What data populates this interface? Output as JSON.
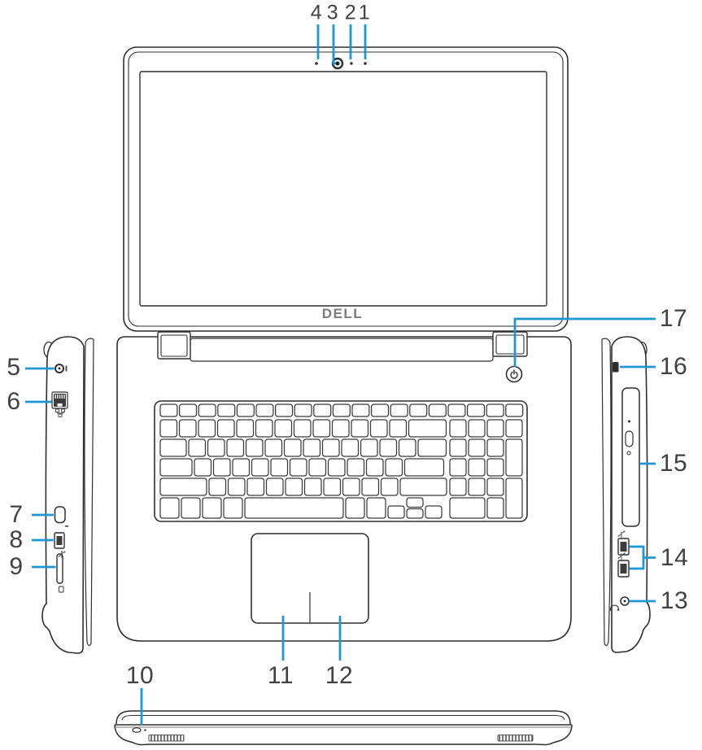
{
  "figure": {
    "description": "Laptop features diagram with four views: top, left side, right side and front",
    "brand_logo": "DELL",
    "accent_color": "#1e96d2",
    "ink_color": "#2f2f2f"
  },
  "callouts": {
    "top": [
      "4",
      "3",
      "2",
      "1"
    ],
    "left": [
      "5",
      "6",
      "7",
      "8",
      "9"
    ],
    "bottom": [
      "10",
      "11",
      "12"
    ],
    "right": [
      "17",
      "16",
      "15",
      "14",
      "13"
    ]
  },
  "icons": [
    "camera-icon",
    "microphone-dot-icon",
    "camera-status-light-icon",
    "power-adapter-icon",
    "network-icon",
    "hdmi-icon",
    "usb-icon",
    "sd-card-icon",
    "headset-icon",
    "security-slot-icon",
    "optical-drive-eject-icon",
    "power-glyph-icon",
    "power-status-light-icon",
    "speaker-grille-icon"
  ]
}
